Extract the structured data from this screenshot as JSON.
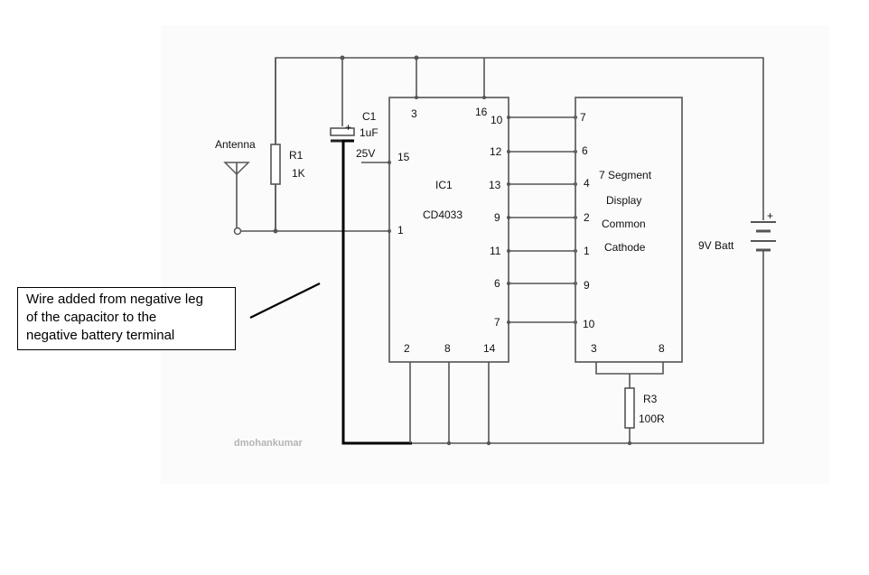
{
  "diagram": {
    "antenna_label": "Antenna",
    "r1": {
      "name": "R1",
      "value": "1K"
    },
    "c1": {
      "name": "C1",
      "value": "1uF",
      "voltage": "25V",
      "polarity": "+"
    },
    "ic1": {
      "name": "IC1",
      "part": "CD4033",
      "pins": {
        "p3": "3",
        "p16": "16",
        "p15": "15",
        "p1": "1",
        "p2": "2",
        "p8": "8",
        "p14": "14",
        "p10": "10",
        "p12": "12",
        "p13": "13",
        "p9": "9",
        "p11": "11",
        "p6": "6",
        "p7": "7"
      }
    },
    "display": {
      "line1": "7 Segment",
      "line2": "Display",
      "line3": "Common",
      "line4": "Cathode",
      "pins": {
        "p7": "7",
        "p6": "6",
        "p4": "4",
        "p2": "2",
        "p1": "1",
        "p9": "9",
        "p10": "10",
        "p3": "3",
        "p8": "8"
      }
    },
    "r3": {
      "name": "R3",
      "value": "100R"
    },
    "battery": {
      "label": "9V Batt",
      "polarity": "+"
    },
    "credit": "dmohankumar"
  },
  "annotation": {
    "line1": "Wire added from negative leg",
    "line2": "of the capacitor to the",
    "line3": "negative battery terminal"
  },
  "colors": {
    "wire": "#555555",
    "added_wire": "#000000",
    "background": "#ffffff",
    "panel": "#fbfbfb"
  }
}
